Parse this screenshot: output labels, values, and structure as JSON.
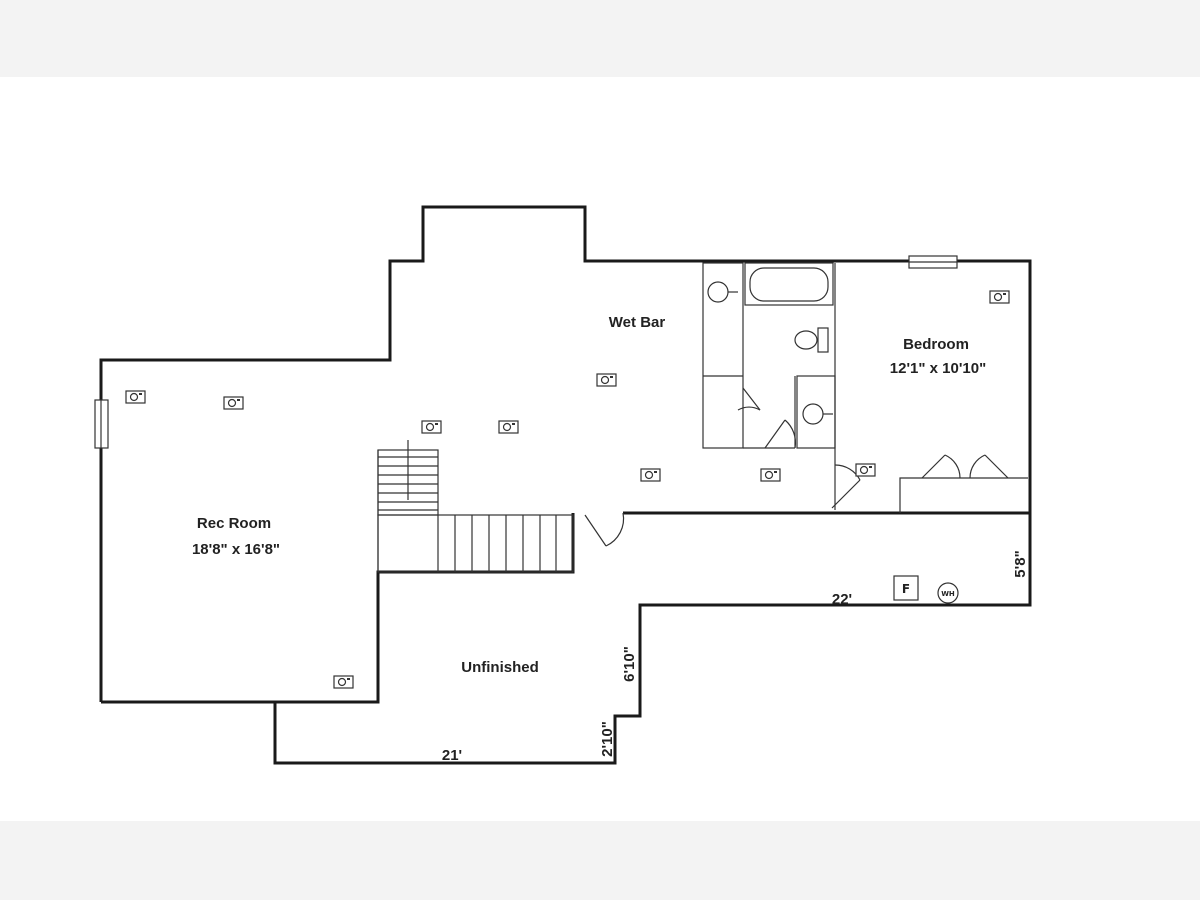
{
  "rooms": {
    "wet_bar": {
      "name": "Wet Bar"
    },
    "bedroom": {
      "name": "Bedroom",
      "size": "12'1\" x 10'10\""
    },
    "rec_room": {
      "name": "Rec Room",
      "size": "18'8\" x 16'8\""
    },
    "unfinished": {
      "name": "Unfinished"
    }
  },
  "dimensions": {
    "bottom_width": "21'",
    "step_right": "22'",
    "left_jog": "2'10\"",
    "mid_jog": "6'10\"",
    "right_side": "5'8\""
  },
  "symbols": {
    "furnace_letter": "F",
    "water_heater_label": "WH",
    "camera_icon": "camera-icon"
  }
}
